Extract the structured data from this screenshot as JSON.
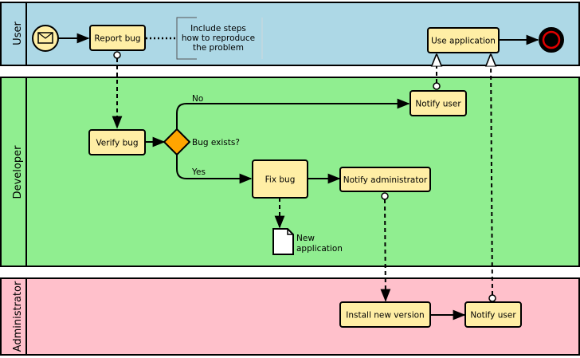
{
  "lanes": {
    "user": {
      "label": "User",
      "color": "#add8e6"
    },
    "developer": {
      "label": "Developer",
      "color": "#90ee90"
    },
    "administrator": {
      "label": "Administrator",
      "color": "#ffc0cb"
    }
  },
  "tasks": {
    "report_bug": "Report bug",
    "use_application": "Use application",
    "verify_bug": "Verify bug",
    "notify_user_dev": "Notify user",
    "fix_bug": "Fix bug",
    "notify_administrator": "Notify administrator",
    "install_new_version": "Install new version",
    "notify_user_admin": "Notify user"
  },
  "gateway": {
    "label": "Bug exists?"
  },
  "flow_labels": {
    "no": "No",
    "yes": "Yes"
  },
  "annotation": {
    "lines": [
      "Include steps",
      "how to reproduce",
      "the problem"
    ]
  },
  "artifact": {
    "lines": [
      "New",
      "application"
    ]
  },
  "colors": {
    "task_fill": "#ffeea5",
    "gateway_fill": "#ffa500",
    "start_fill": "#ffeea5",
    "end_ring": "#e00000"
  }
}
